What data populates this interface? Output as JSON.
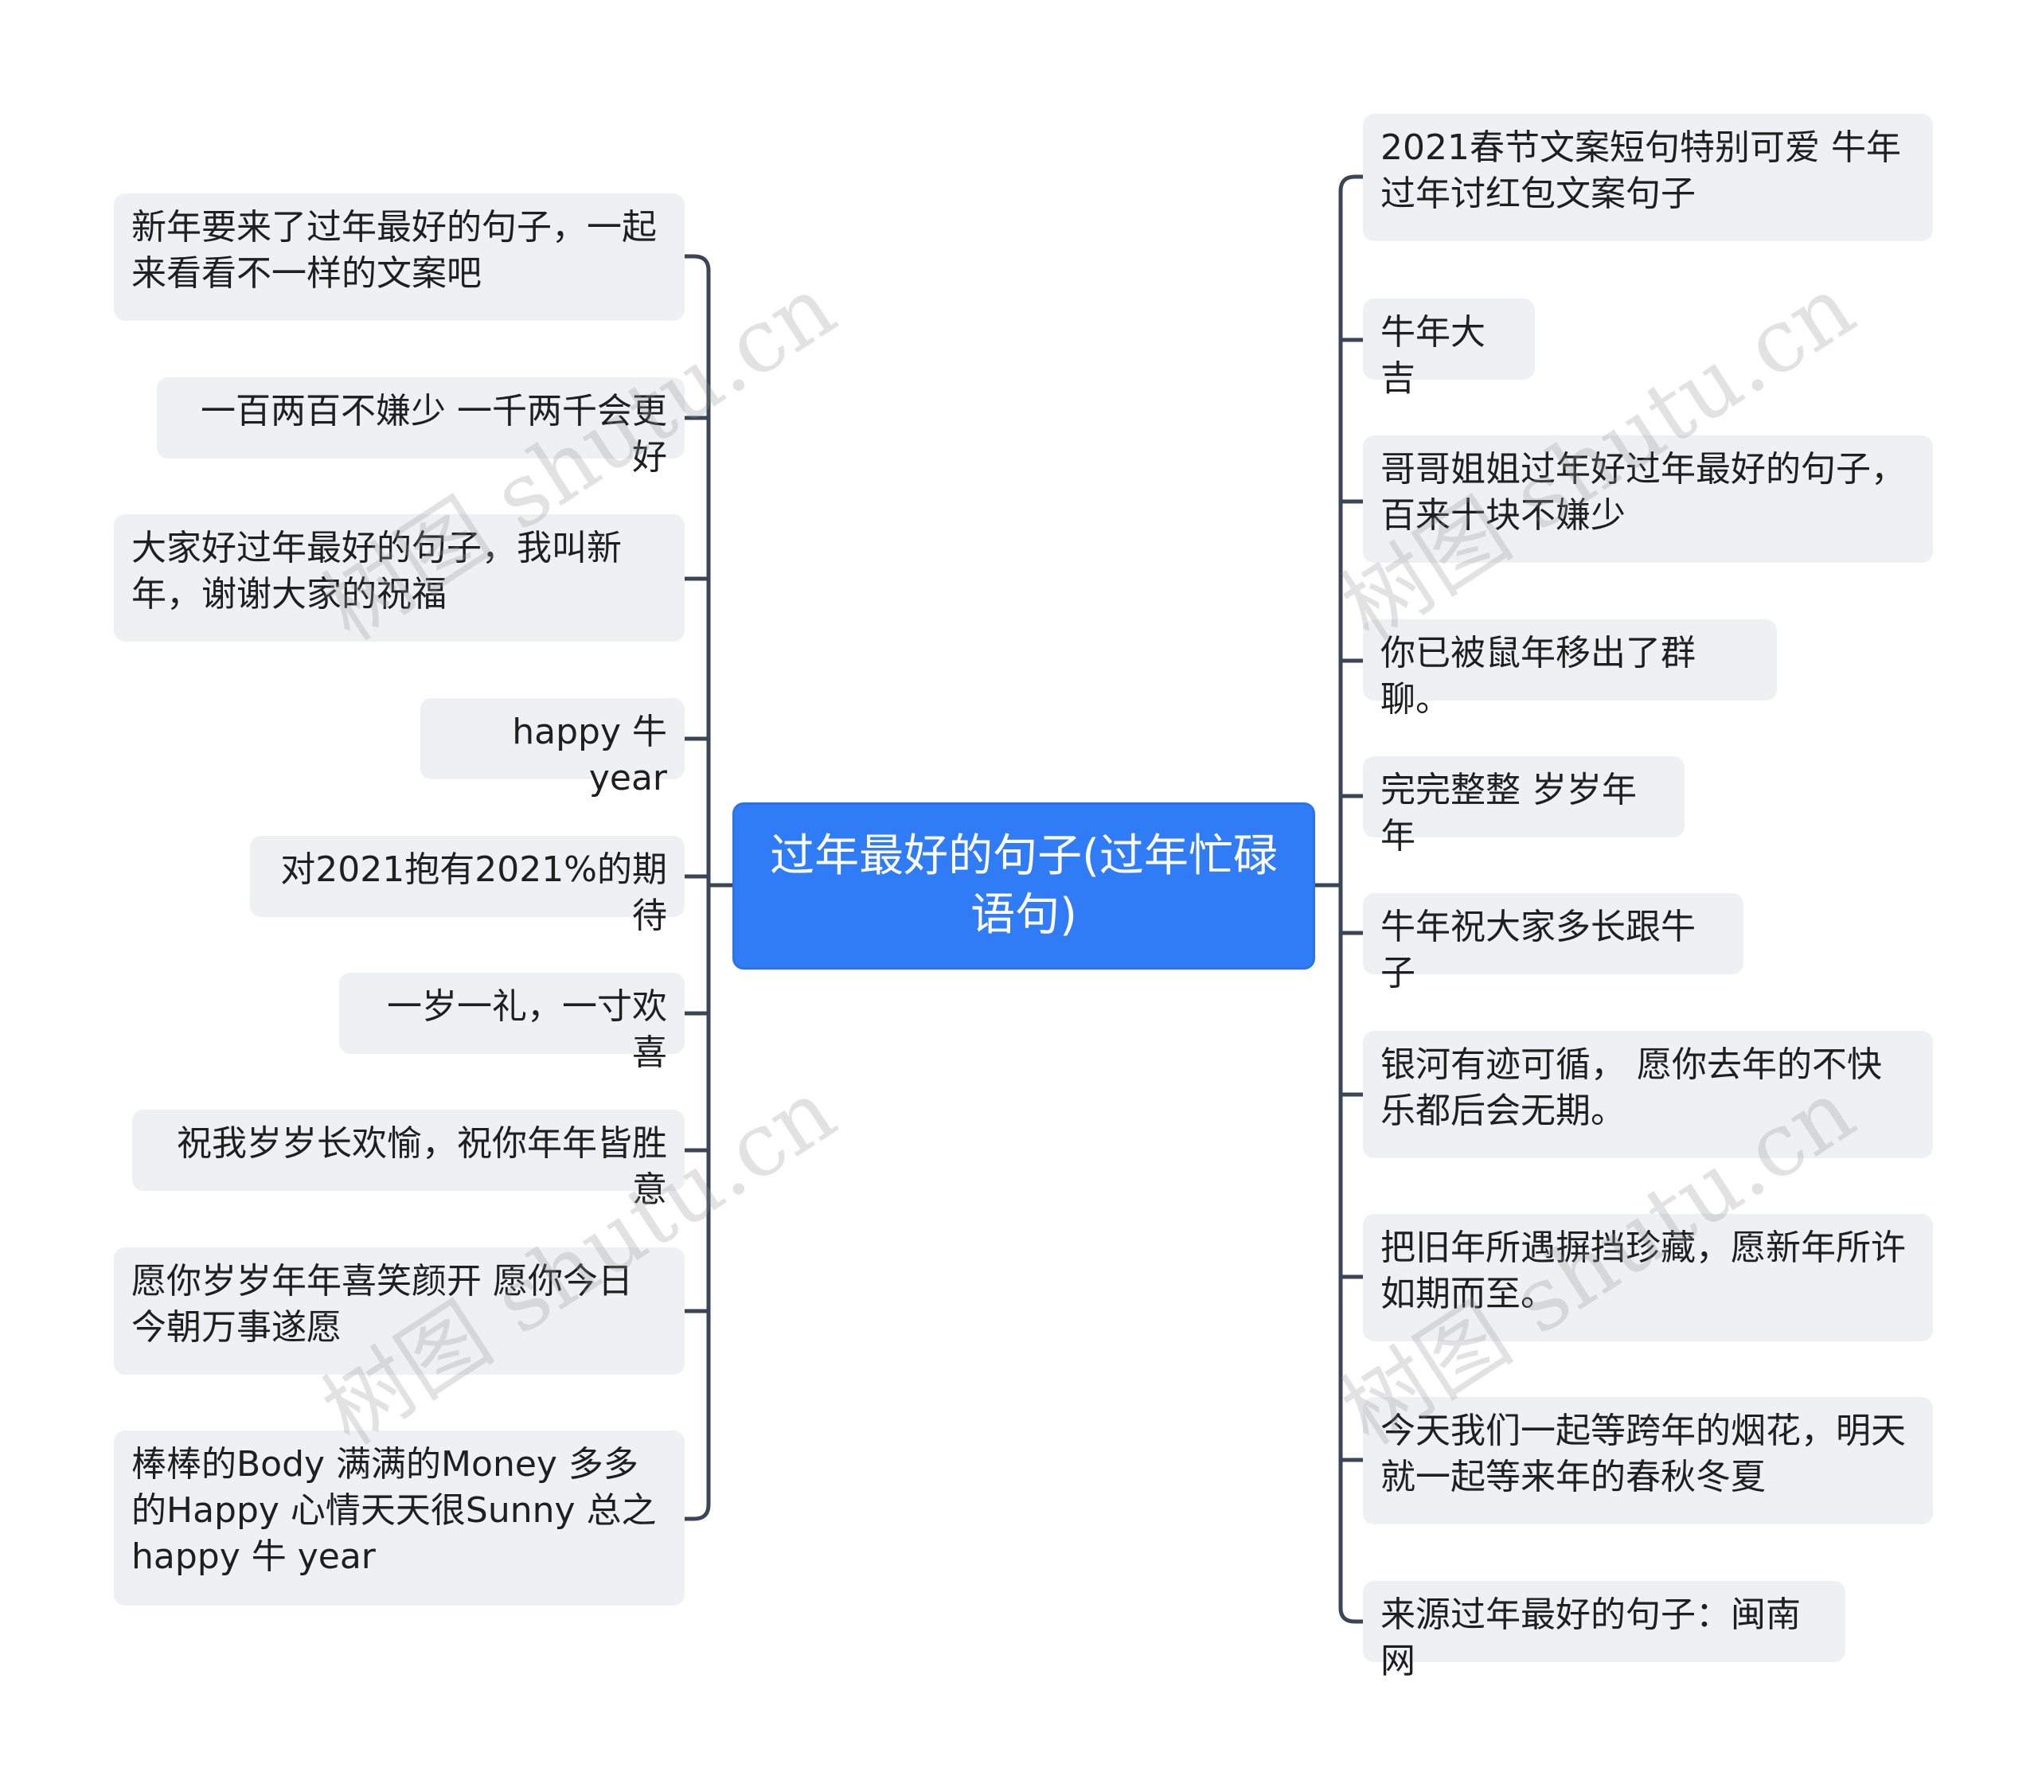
{
  "root": {
    "text": "过年最好的句子(过年忙碌语句)"
  },
  "left_nodes": [
    "新年要来了过年最好的句子，一起来看看不一样的文案吧",
    "一百两百不嫌少 一千两千会更好",
    "大家好过年最好的句子，我叫新年，谢谢大家的祝福",
    "happy 牛 year",
    "对2021抱有2021%的期待",
    "一岁一礼，一寸欢喜",
    "祝我岁岁长欢愉，祝你年年皆胜意",
    "愿你岁岁年年喜笑颜开 愿你今日今朝万事遂愿",
    "棒棒的Body 满满的Money 多多的Happy 心情天天很Sunny 总之happy 牛 year"
  ],
  "right_nodes": [
    "2021春节文案短句特别可爱 牛年过年讨红包文案句子",
    "牛年大吉",
    "哥哥姐姐过年好过年最好的句子，百来十块不嫌少",
    "你已被鼠年移出了群聊。",
    "完完整整 岁岁年年",
    "牛年祝大家多长跟牛子",
    "银河有迹可循， 愿你去年的不快乐都后会无期。",
    "把旧年所遇摒挡珍藏，愿新年所许如期而至。",
    "今天我们一起等跨年的烟花，明天就一起等来年的春秋冬夏",
    "来源过年最好的句子：闽南网"
  ],
  "watermark": "树图 shutu.cn",
  "colors": {
    "root_bg": "#2f7cf6",
    "node_bg": "#eef0f3",
    "line": "#3a4556"
  }
}
